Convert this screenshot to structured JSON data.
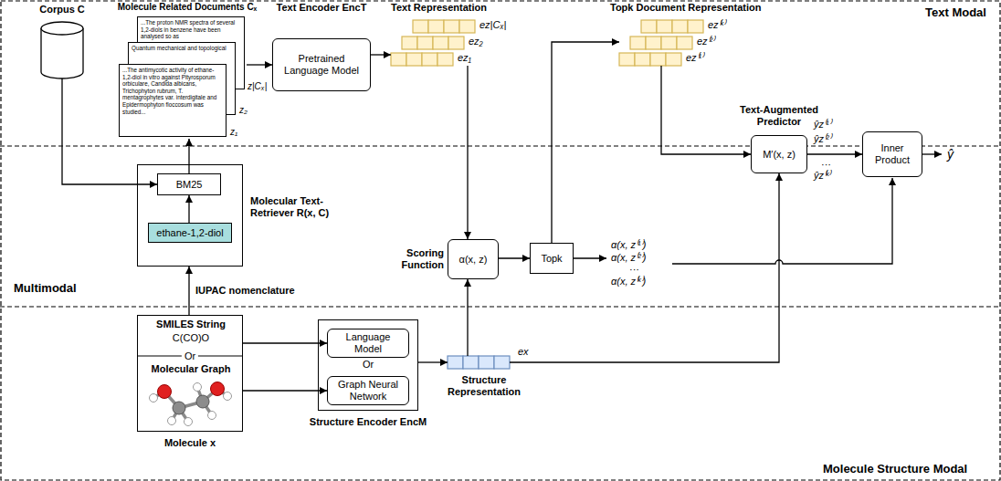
{
  "diagram": {
    "nodes": [
      {
        "text": [
          "Corpus C"
        ]
      },
      {
        "text": [
          "Molecule Related Documents Cₓ"
        ]
      },
      {
        "text": [
          "...The proton NMR spectra of several 1,2-diols in benzene have been analysed so as"
        ],
        "in": 1
      },
      {
        "text": [
          "Quantum mechanical and topological"
        ],
        "in": 1
      },
      {
        "text": [
          "...The antimycotic activity of ethane-1,2-diol in vitro against Pityrosporum orbiculare, Candida albicans, Trichophyton rubrum, T. mentagrophytes var. interdigitale and Epidermophyton floccosum was studied..."
        ],
        "in": 1
      },
      {
        "text": [
          "Text Encoder EncT",
          "Pretrained Language Model"
        ]
      },
      {
        "text": [
          "Text Representation"
        ]
      },
      {
        "text": [
          "Topk Document Representation"
        ]
      },
      {
        "text": [
          "Text-Augmented Predictor",
          "M′(x, z)"
        ]
      },
      {
        "text": [
          "Inner Product"
        ]
      },
      {
        "text": [
          "Molecular Text-Retriever R(x, C)"
        ]
      },
      {
        "text": [
          "BM25"
        ],
        "in": 10
      },
      {
        "text": [
          "ethane-1,2-diol"
        ],
        "in": 10
      },
      {
        "text": [
          "Scoring Function",
          "α(x, z)"
        ]
      },
      {
        "text": [
          "Topk"
        ]
      },
      {
        "text": [
          "SMILES String",
          "C(CO)O",
          "Or",
          "Molecular Graph",
          "Molecule x"
        ]
      },
      {
        "text": [
          "Or",
          "Structure Encoder EncM"
        ]
      },
      {
        "text": [
          "Language Model"
        ],
        "in": 16
      },
      {
        "text": [
          "Graph Neural Network"
        ],
        "in": 16
      },
      {
        "text": [
          "Structure Representation"
        ]
      }
    ],
    "edges": [
      {
        "from": 0,
        "to": 11,
        "arrow": "to"
      },
      {
        "from": 11,
        "to": 1,
        "arrow": "to"
      },
      {
        "from": 12,
        "to": 11,
        "arrow": "to"
      },
      {
        "from": 15,
        "to": 10,
        "label": "IUPAC nomenclature",
        "arrow": "to"
      },
      {
        "from": 1,
        "to": 5,
        "arrow": "to"
      },
      {
        "from": 5,
        "to": 6,
        "arrow": "to"
      },
      {
        "from": 6,
        "to": 13,
        "arrow": "to"
      },
      {
        "from": 15,
        "to": 17,
        "arrow": "to"
      },
      {
        "from": 15,
        "to": 18,
        "arrow": "to"
      },
      {
        "from": 16,
        "to": 19,
        "arrow": "to"
      },
      {
        "from": 19,
        "to": 13,
        "arrow": "to"
      },
      {
        "from": 13,
        "to": 14,
        "arrow": "to"
      },
      {
        "from": 14,
        "to": 7,
        "arrow": "to"
      },
      {
        "from": 7,
        "to": 8,
        "arrow": "to"
      },
      {
        "from": 19,
        "to": 8,
        "arrow": "to"
      },
      {
        "from": 8,
        "to": 9,
        "arrow": "to"
      }
    ],
    "labels": [
      "Text Modal",
      "z|Cₓ|",
      "z₂",
      "z₁",
      "ez|Cₓ|",
      "ez₂",
      "ez₁",
      "ez⁽ᵏ⁾",
      "ez⁽²⁾",
      "ez⁽¹⁾",
      "ŷz⁽¹⁾",
      "ŷz⁽²⁾",
      "···",
      "ŷz⁽ᵏ⁾",
      "ŷ",
      "Multimodal",
      "α(x, z⁽¹⁾)",
      "α(x, z⁽²⁾)",
      "···",
      "α(x, z⁽ᵏ⁾)",
      "ex",
      "Molecule Structure Modal"
    ]
  }
}
